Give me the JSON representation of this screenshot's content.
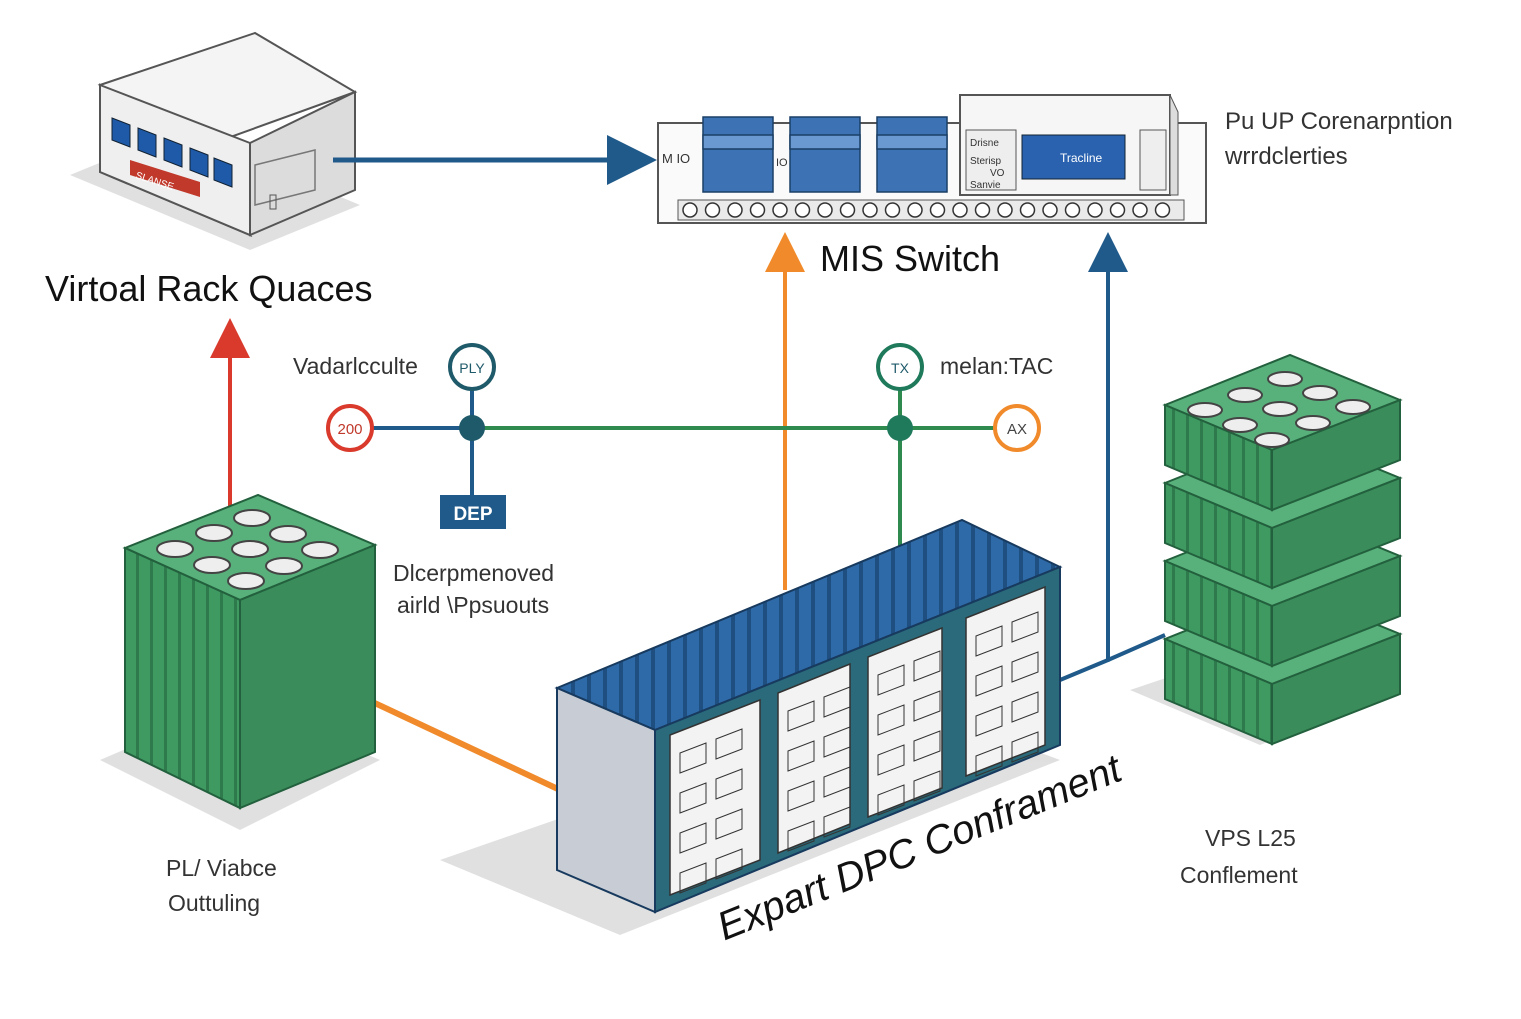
{
  "labels": {
    "virtual_rack": "Virtoal Rack Quaces",
    "mis_switch": "MIS Switch",
    "pu_up_line1": "Pu UP Corenarpntion",
    "pu_up_line2": "wrrdclerties",
    "vadarlcculte": "Vadarlcculte",
    "melan_tac": "melan:TAC",
    "dlcerpmenoved_line1": "Dlcerpmenoved",
    "dlcerpmenoved_line2": "airld \\Ppsuouts",
    "pl_viabce_line1": "PL/ Viabce",
    "pl_viabce_line2": "Outtuling",
    "vps_line1": "VPS L25",
    "vps_line2": "Conflement",
    "expart": "Expart DPC Conframent"
  },
  "nodes": {
    "node_200": "200",
    "node_ply": "PLY",
    "node_tx": "TX",
    "node_ax": "AX",
    "dep_box": "DEP"
  },
  "server_box": {
    "badge": "SLANSE"
  },
  "switch": {
    "left_tag": "M IO",
    "mid_tag": "IO",
    "panel_lines": [
      "Drisne",
      "Sterisp",
      "VO",
      "Sanvie"
    ],
    "screen": "Tracline"
  },
  "colors": {
    "blue_arrow": "#1f5a8a",
    "red_arrow": "#d93a2b",
    "orange_arrow": "#f08a2a",
    "green_line": "#2e8a4f",
    "teal_node": "#1f7a5c",
    "container_green": "#3f9a62",
    "container_blue": "#2f6aa8",
    "dep_fill": "#1f5a8a"
  },
  "icons": [
    "server-box-icon",
    "network-switch-icon",
    "green-cargo-container-icon",
    "blue-cargo-container-icon",
    "stacked-containers-icon"
  ]
}
